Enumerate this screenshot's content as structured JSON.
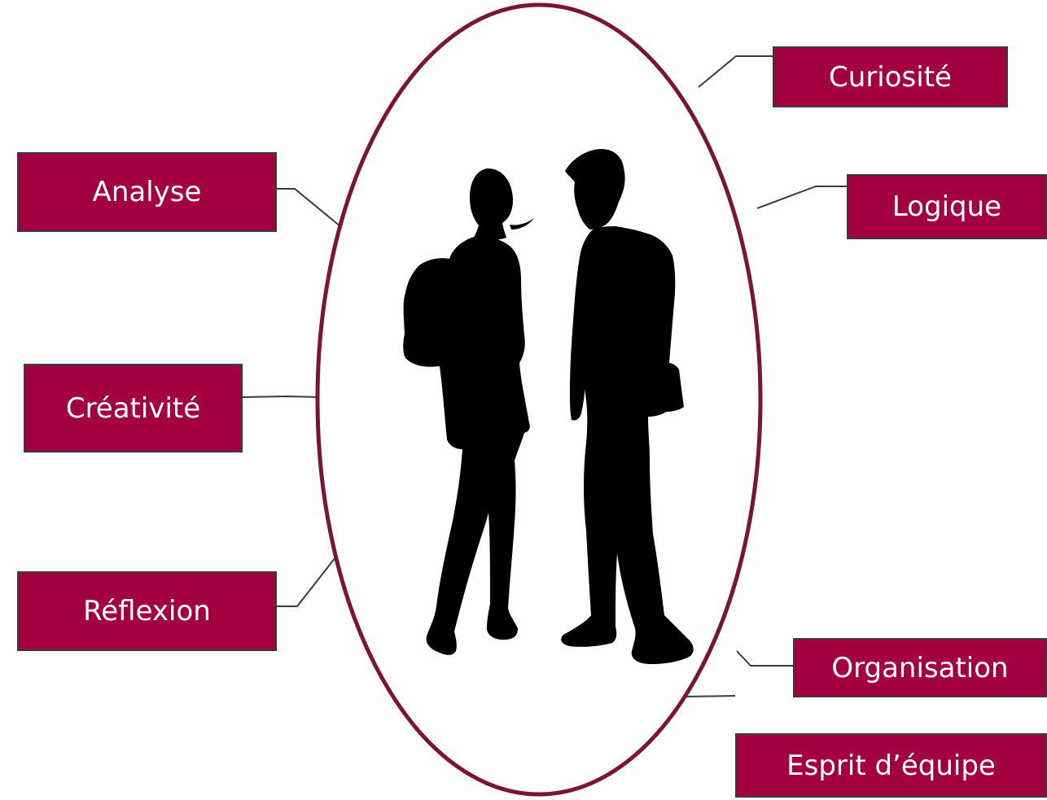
{
  "colors": {
    "box_fill": "#a30041",
    "box_text": "#ffffff",
    "ellipse_stroke": "#7a1538",
    "connector": "#3a3a3a",
    "silhouette": "#000000"
  },
  "labels": {
    "curiosite": "Curiosité",
    "analyse": "Analyse",
    "logique": "Logique",
    "creativite": "Créativité",
    "reflexion": "Réflexion",
    "organisation": "Organisation",
    "esprit": "Esprit d’équipe"
  }
}
